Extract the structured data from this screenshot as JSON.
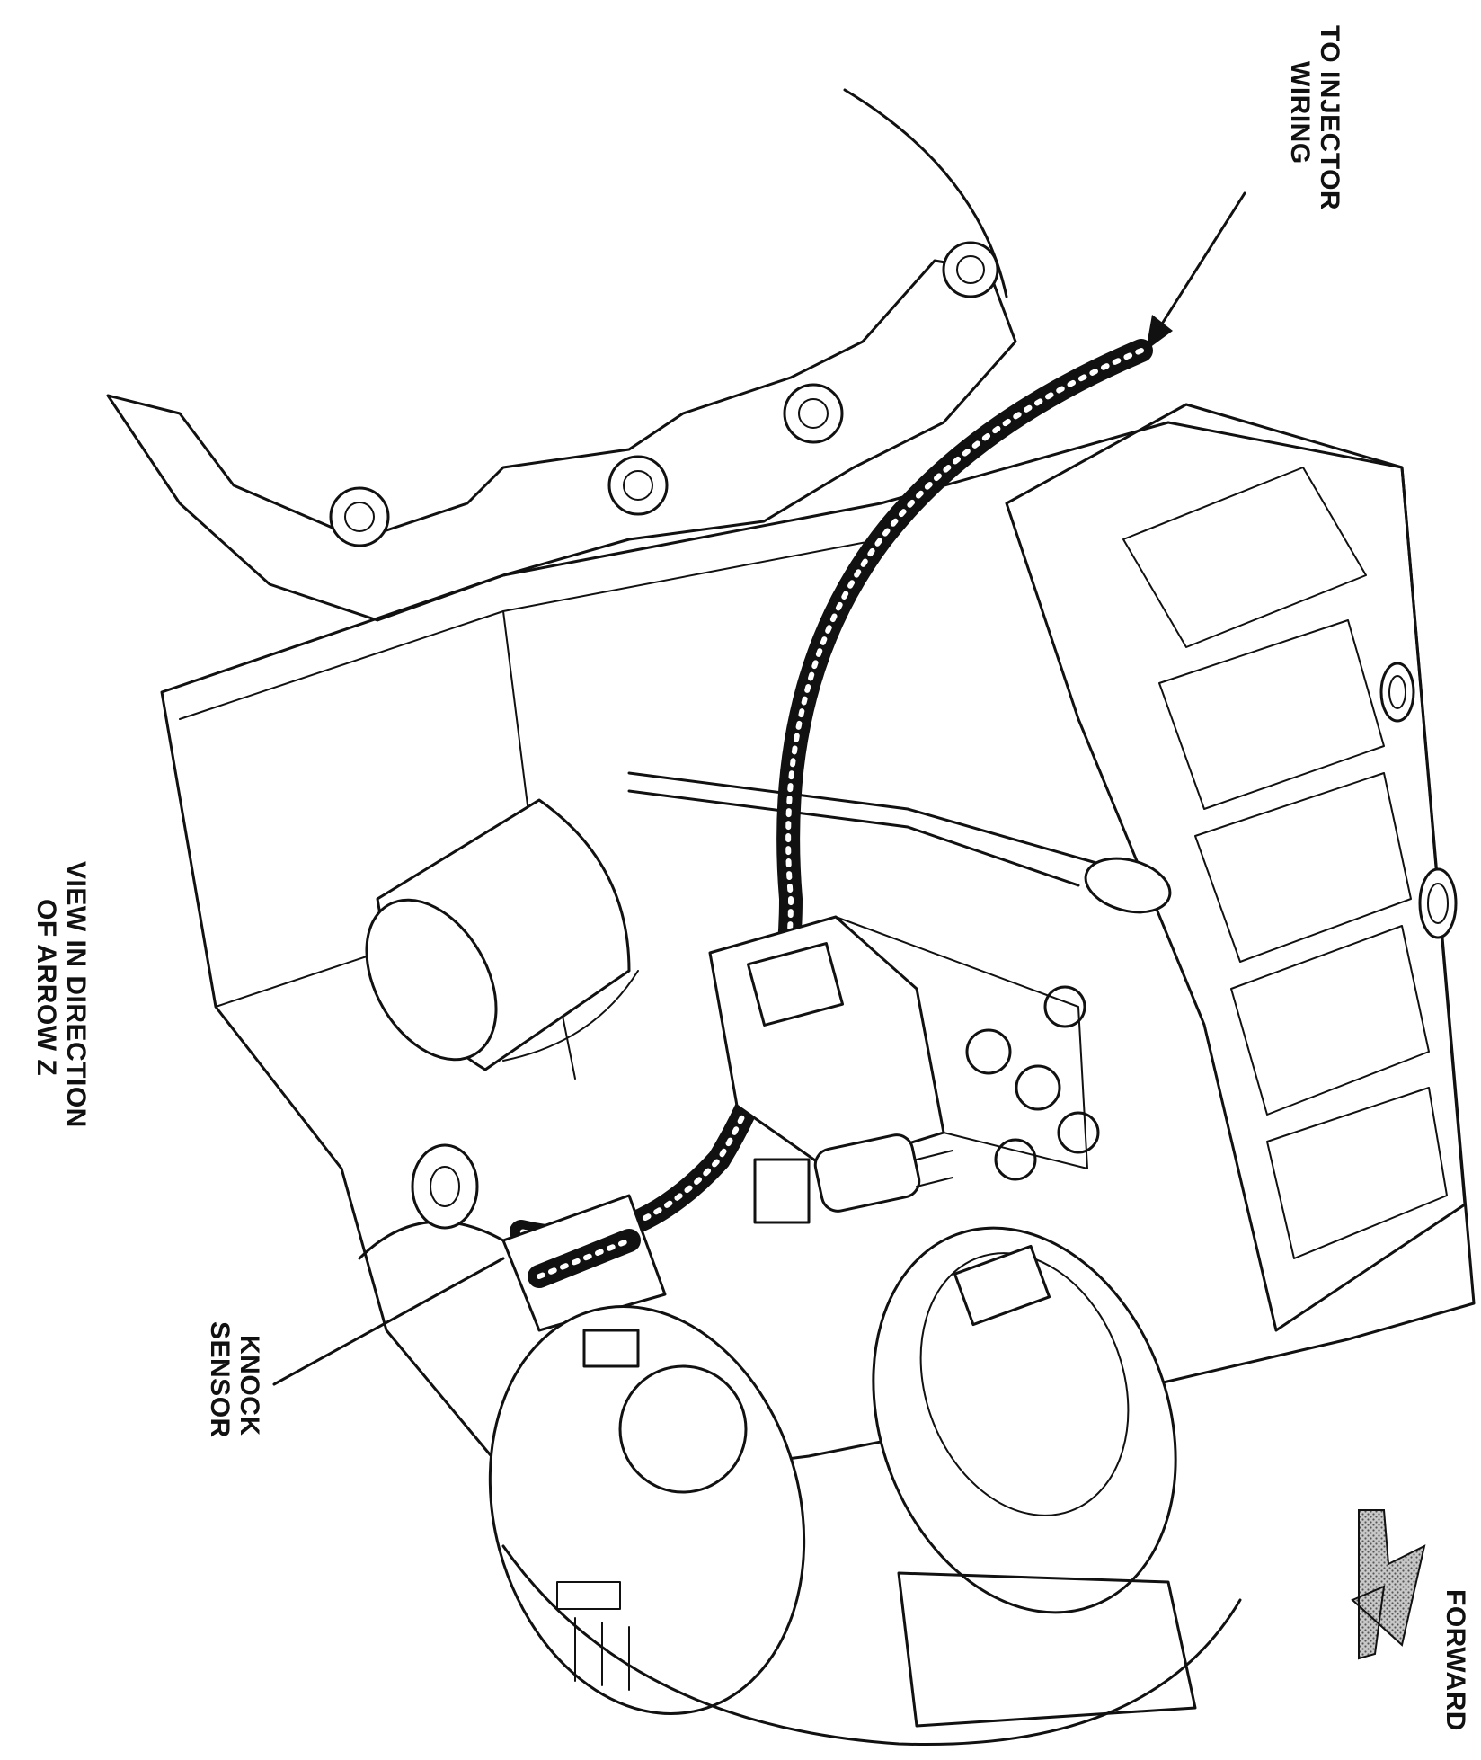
{
  "labels": {
    "injector_line1": "TO INJECTOR",
    "injector_line2": "WIRING",
    "view_line1": "VIEW IN DIRECTION",
    "view_line2": "OF ARROW Z",
    "knock_line1": "KNOCK",
    "knock_line2": "SENSOR",
    "forward": "FORWARD"
  },
  "icons": {
    "forward_arrow": "forward-arrow-icon"
  },
  "colors": {
    "ink": "#111111",
    "paper": "#ffffff",
    "arrow_fill": "#9a9a9a"
  }
}
